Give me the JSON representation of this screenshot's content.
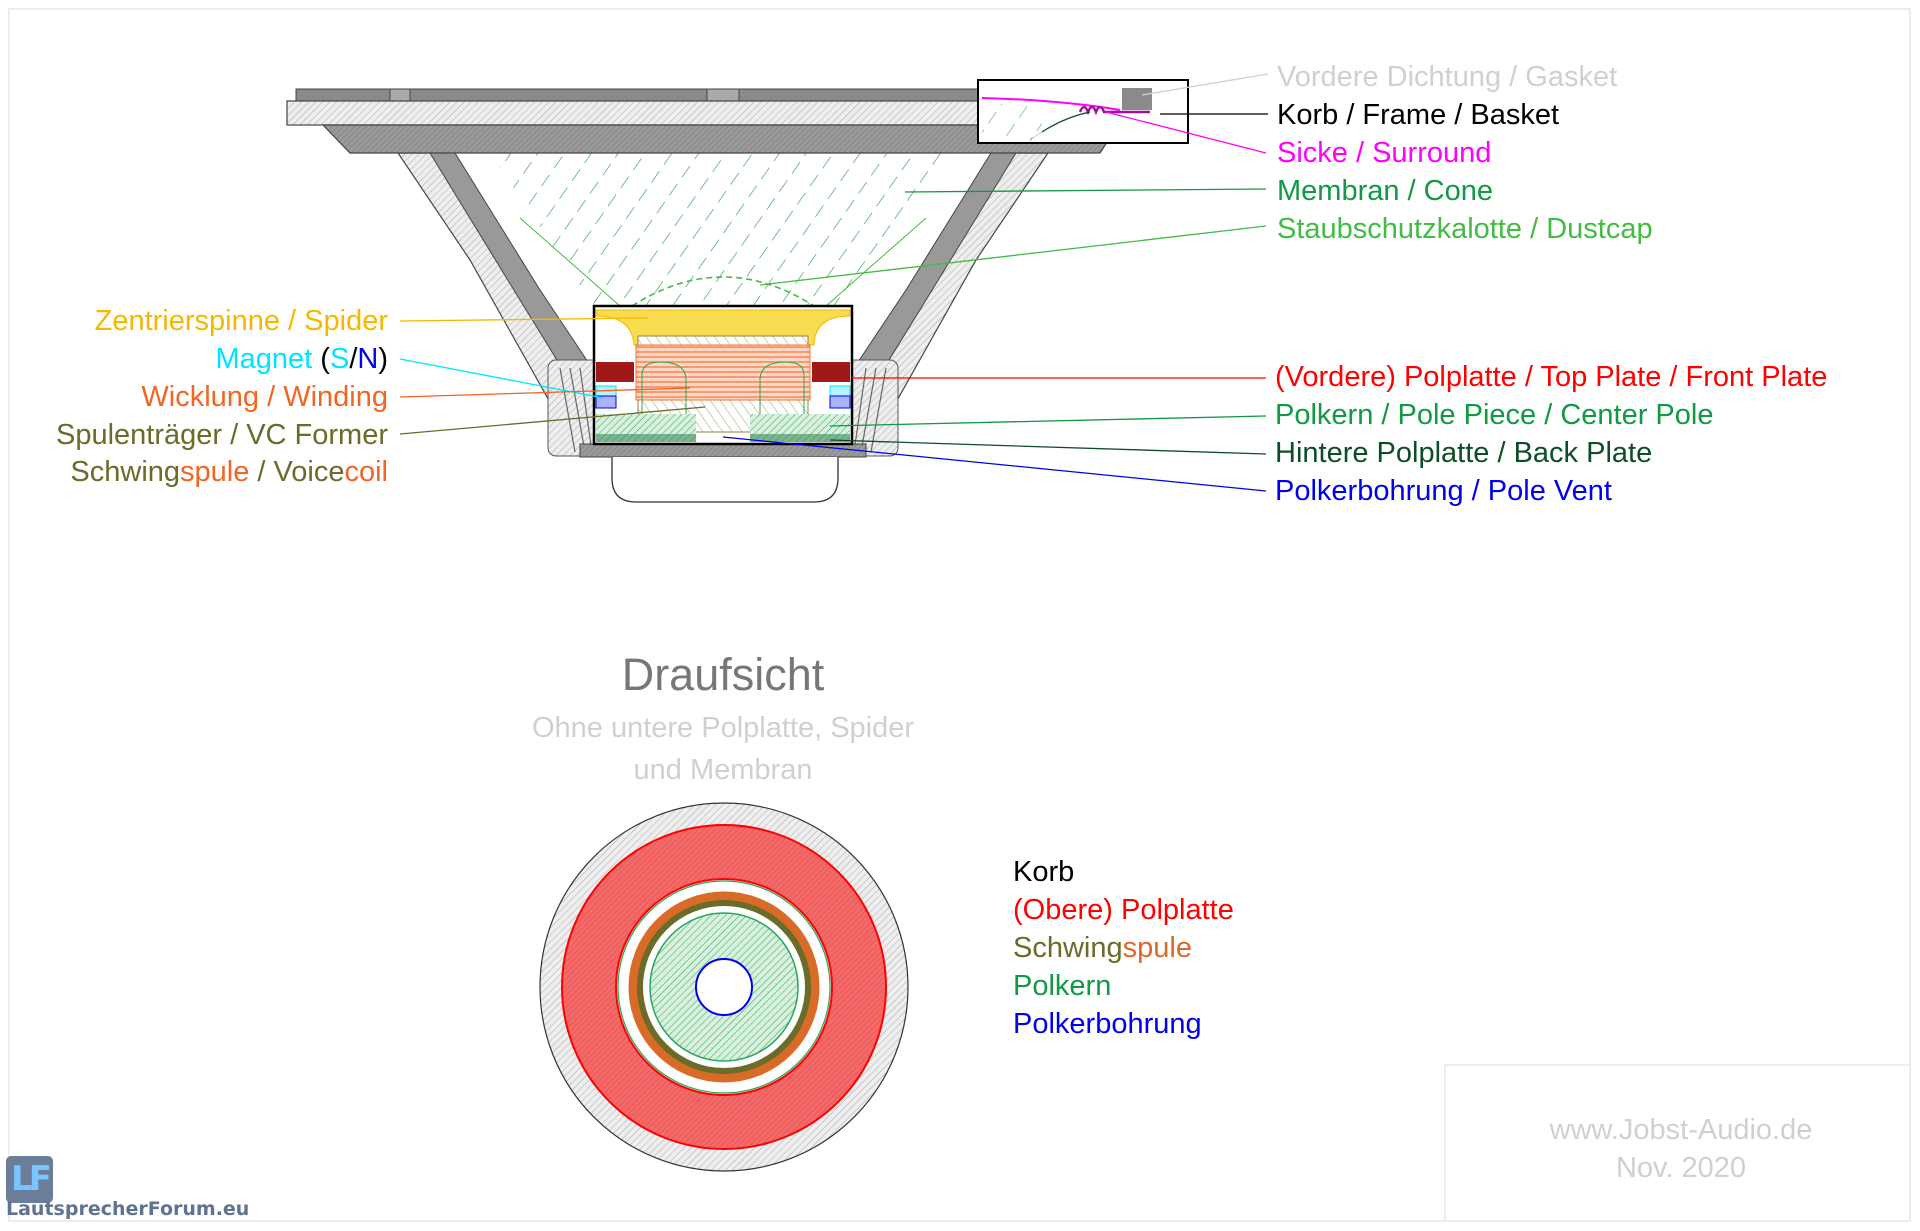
{
  "side_view": {
    "right_labels": {
      "gasket": "Vordere Dichtung / Gasket",
      "frame": "Korb / Frame / Basket",
      "surround": "Sicke / Surround",
      "cone": "Membran / Cone",
      "dustcap": "Staubschutzkalotte / Dustcap",
      "top_plate": "(Vordere) Polplatte / Top Plate / Front Plate",
      "pole_piece": "Polkern / Pole Piece / Center Pole",
      "back_plate": "Hintere Polplatte / Back Plate",
      "pole_vent": "Polkerbohrung / Pole Vent"
    },
    "left_labels": {
      "spider": "Zentrierspinne / Spider",
      "magnet": {
        "a": "Magnet",
        "b": " (",
        "s": "S",
        "slash": "/",
        "n": "N",
        "c": ")"
      },
      "winding": "Wicklung / Winding",
      "former": "Spulenträger / VC Former",
      "voicecoil": {
        "a": "Schwing",
        "b": "spule",
        "c": " / Voice",
        "d": "coil"
      }
    }
  },
  "top_view": {
    "title": "Draufsicht",
    "subtitle_line1": "Ohne untere Polplatte, Spider",
    "subtitle_line2": "und Membran",
    "legend": {
      "frame": "Korb",
      "top_plate": "(Obere) Polplatte",
      "voicecoil_a": "Schwing",
      "voicecoil_b": "spule",
      "pole_piece": "Polkern",
      "pole_vent": "Polkerbohrung"
    }
  },
  "credit": {
    "line1": "www.Jobst-Audio.de",
    "line2": "Nov. 2020"
  },
  "logo": {
    "mark": "LF",
    "text": "LautsprecherForum.eu"
  },
  "colors": {
    "gasket": "#d0d0d0",
    "frame": "#000000",
    "surround": "#ff00ff",
    "cone": "#119944",
    "dustcap": "#44bb44",
    "spider": "#f5b800",
    "magnet": "#00e5ff",
    "magnet_n": "#0000ee",
    "winding": "#f26522",
    "former": "#6b6b2a",
    "top_plate": "#ff0000",
    "back_plate": "#0d4d26",
    "pole_vent": "#0000ee"
  }
}
